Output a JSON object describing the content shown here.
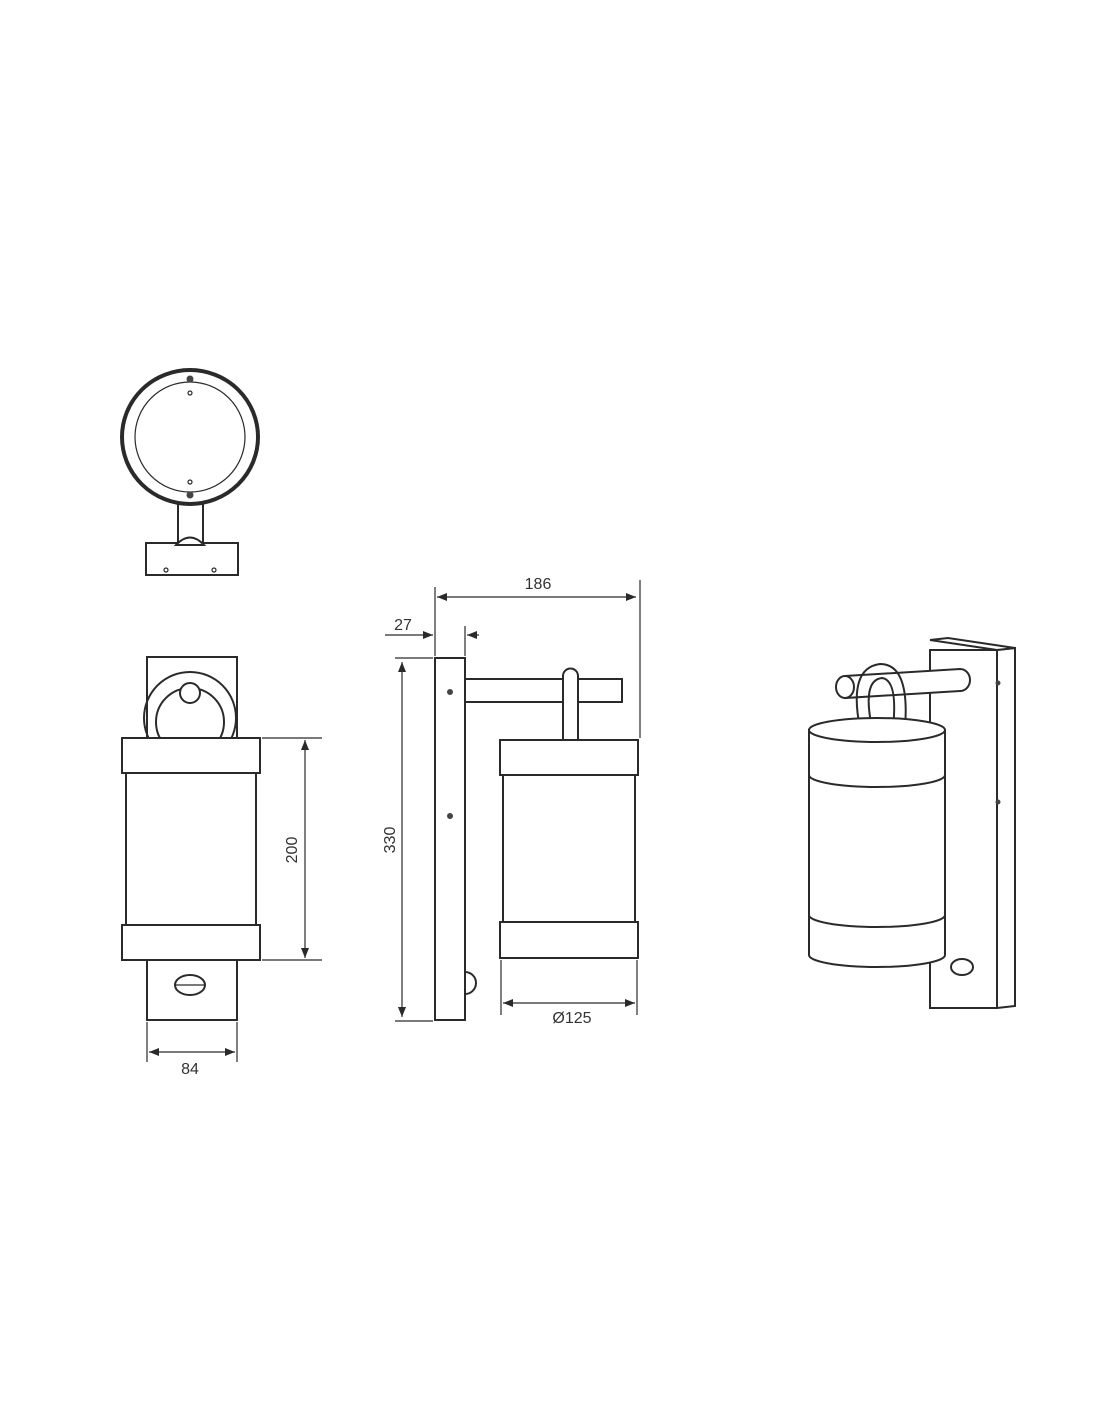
{
  "drawing": {
    "views": [
      "top-view",
      "front-view",
      "side-view",
      "perspective-view"
    ],
    "dimensions": {
      "height_body": "200",
      "width_plate": "84",
      "overall_depth": "186",
      "plate_thickness": "27",
      "overall_height": "330",
      "diameter": "Ø125"
    },
    "line_color": "#2a2a2a"
  }
}
